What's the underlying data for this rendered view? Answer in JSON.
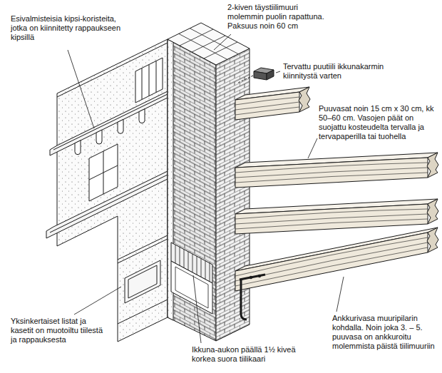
{
  "diagram": {
    "labels": [
      "Esivalmisteisia kipsi-koristeita, jotka on kiinnitetty rappaukseen kipsillä",
      "2-kiven täystiilimuuri molemmin puolin rapattuna. Paksuus noin 60 cm",
      "Tervattu puutiili ikkunakarmin kiinnitystä varten",
      "Puuvasat noin 15 cm x 30 cm, kk 50–60 cm. Vasojen päät on suojattu kosteudelta tervalla ja tervapaperilla tai tuohella",
      "Ankkurivasa muuripilarin kohdalla. Noin joka 3. – 5. puuvasa on ankkuroitu molemmista päistä tiilimuuriin",
      "Yksinkertaiset listat ja kasetit on muotoiltu tiilestä ja rappauksesta",
      "Ikkuna-aukon päällä 1½ kiveä korkea suora tiilikaari"
    ]
  }
}
